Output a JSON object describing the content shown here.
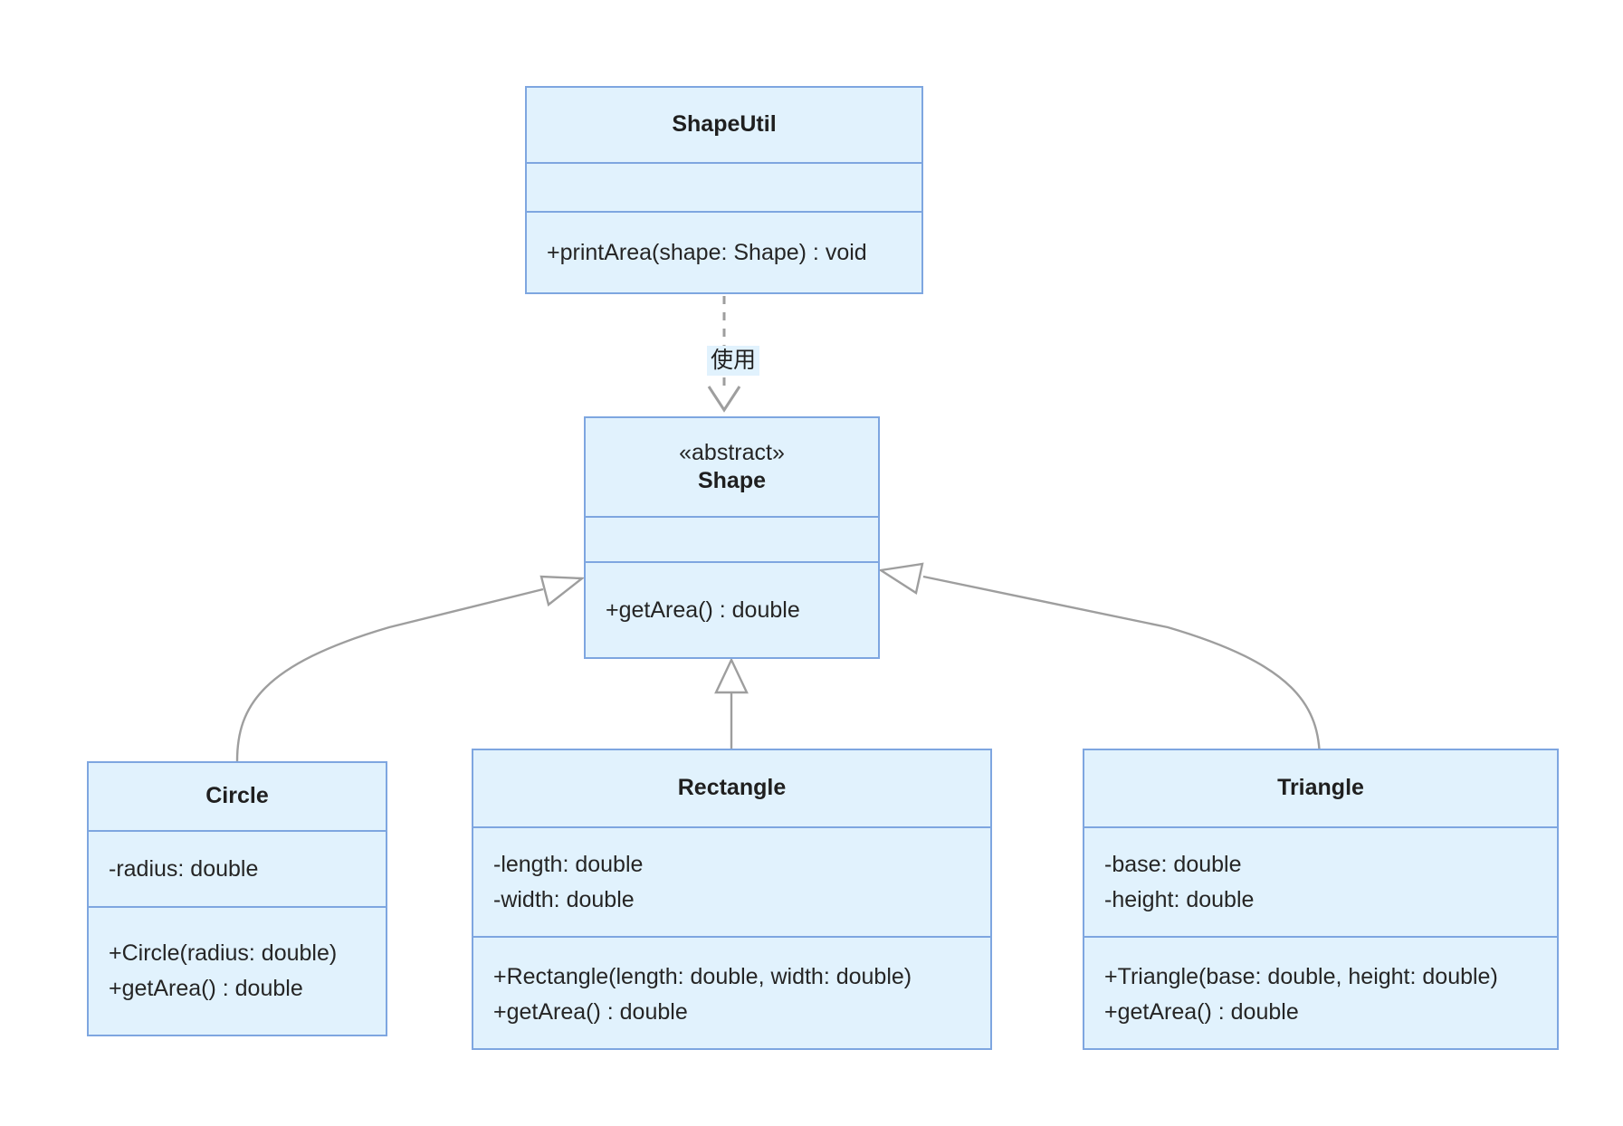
{
  "diagram": {
    "kind": "uml-class-diagram",
    "background": "#ffffff",
    "palette": {
      "node_fill": "#e1f2fd",
      "node_border": "#7ea6e0",
      "edge_stroke": "#9e9e9e",
      "text": "#252525",
      "label_fill": "#e1f2fd"
    }
  },
  "classes": {
    "shape_util": {
      "name": "ShapeUtil",
      "stereotype": "",
      "attributes": [],
      "methods": [
        "+printArea(shape: Shape) : void"
      ]
    },
    "shape": {
      "name": "Shape",
      "stereotype": "«abstract»",
      "attributes": [],
      "methods": [
        "+getArea() : double"
      ]
    },
    "circle": {
      "name": "Circle",
      "stereotype": "",
      "attributes": [
        "-radius: double"
      ],
      "methods": [
        "+Circle(radius: double)",
        "+getArea() : double"
      ]
    },
    "rectangle": {
      "name": "Rectangle",
      "stereotype": "",
      "attributes": [
        "-length: double",
        "-width: double"
      ],
      "methods": [
        "+Rectangle(length: double, width: double)",
        "+getArea() : double"
      ]
    },
    "triangle": {
      "name": "Triangle",
      "stereotype": "",
      "attributes": [
        "-base: double",
        "-height: double"
      ],
      "methods": [
        "+Triangle(base: double, height: double)",
        "+getArea() : double"
      ]
    }
  },
  "relationships": [
    {
      "id": "dependency-shapeutil-shape",
      "from": "ShapeUtil",
      "to": "Shape",
      "type": "dependency",
      "line": "dashed",
      "arrow": "open",
      "label": "使用"
    },
    {
      "id": "generalization-circle-shape",
      "from": "Circle",
      "to": "Shape",
      "type": "generalization",
      "line": "solid",
      "arrow": "hollow-triangle",
      "label": ""
    },
    {
      "id": "generalization-rectangle-shape",
      "from": "Rectangle",
      "to": "Shape",
      "type": "generalization",
      "line": "solid",
      "arrow": "hollow-triangle",
      "label": ""
    },
    {
      "id": "generalization-triangle-shape",
      "from": "Triangle",
      "to": "Shape",
      "type": "generalization",
      "line": "solid",
      "arrow": "hollow-triangle",
      "label": ""
    }
  ]
}
